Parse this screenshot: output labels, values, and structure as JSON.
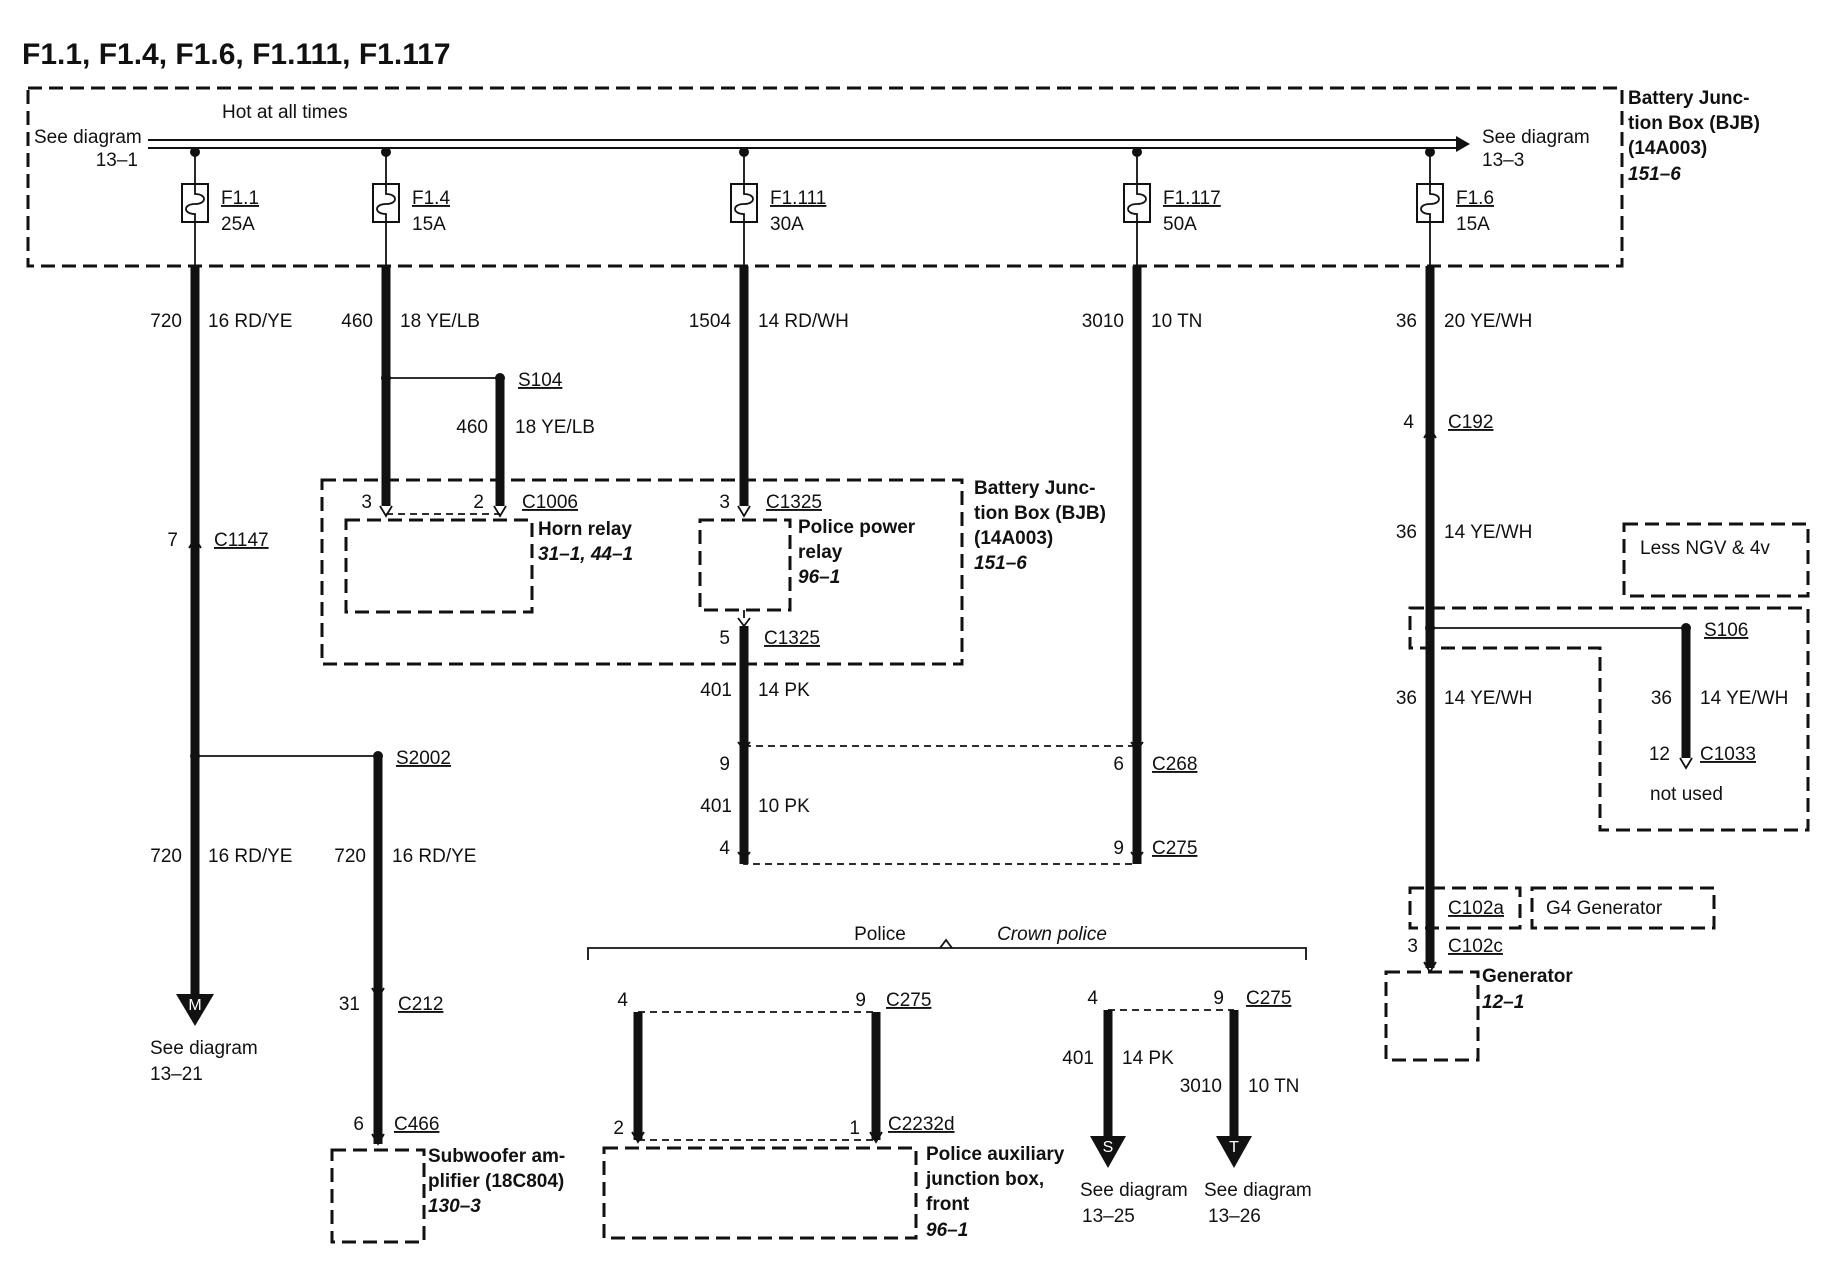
{
  "title": "F1.1, F1.4, F1.6, F1.111, F1.117",
  "bus": {
    "label": "Hot at all times",
    "left_ref": [
      "See diagram",
      "13–1"
    ],
    "right_ref": [
      "See diagram",
      "13–3"
    ]
  },
  "bjb_top": {
    "lines": [
      "Battery Junc-",
      "tion Box (BJB)",
      "(14A003)"
    ],
    "page": "151–6"
  },
  "fuses": [
    {
      "name": "F1.1",
      "rating": "25A"
    },
    {
      "name": "F1.4",
      "rating": "15A"
    },
    {
      "name": "F1.111",
      "rating": "30A"
    },
    {
      "name": "F1.117",
      "rating": "50A"
    },
    {
      "name": "F1.6",
      "rating": "15A"
    }
  ],
  "wires": {
    "w720a": {
      "circuit": "720",
      "color": "16 RD/YE"
    },
    "w460a": {
      "circuit": "460",
      "color": "18 YE/LB"
    },
    "w1504": {
      "circuit": "1504",
      "color": "14 RD/WH"
    },
    "w3010a": {
      "circuit": "3010",
      "color": "10 TN"
    },
    "w36a": {
      "circuit": "36",
      "color": "20 YE/WH"
    },
    "w460b": {
      "circuit": "460",
      "color": "18 YE/LB"
    },
    "w36b": {
      "circuit": "36",
      "color": "14 YE/WH"
    },
    "w36c": {
      "circuit": "36",
      "color": "14 YE/WH"
    },
    "w36d": {
      "circuit": "36",
      "color": "14 YE/WH"
    },
    "w401a": {
      "circuit": "401",
      "color": "14 PK"
    },
    "w401b": {
      "circuit": "401",
      "color": "10 PK"
    },
    "w720b": {
      "circuit": "720",
      "color": "16 RD/YE"
    },
    "w720c": {
      "circuit": "720",
      "color": "16 RD/YE"
    },
    "w401c": {
      "circuit": "401",
      "color": "14 PK"
    },
    "w3010b": {
      "circuit": "3010",
      "color": "10 TN"
    }
  },
  "splices": {
    "s104": "S104",
    "s2002": "S2002",
    "s106": "S106"
  },
  "connectors": {
    "c1147": {
      "pin": "7",
      "name": "C1147"
    },
    "c1006": {
      "pin_a": "3",
      "pin_b": "2",
      "name": "C1006"
    },
    "c1325a": {
      "pin": "3",
      "name": "C1325"
    },
    "c1325b": {
      "pin": "5",
      "name": "C1325"
    },
    "c192": {
      "pin": "4",
      "name": "C192"
    },
    "c268": {
      "pin_a": "9",
      "pin_b": "6",
      "name": "C268"
    },
    "c275a": {
      "pin_a": "4",
      "pin_b": "9",
      "name": "C275"
    },
    "c212": {
      "pin": "31",
      "name": "C212"
    },
    "c466": {
      "pin": "6",
      "name": "C466"
    },
    "c1033": {
      "pin": "12",
      "name": "C1033"
    },
    "c102a": {
      "name": "C102a"
    },
    "c102c": {
      "pin": "3",
      "name": "C102c"
    },
    "c275b": {
      "pin_a": "4",
      "pin_b": "9",
      "name": "C275"
    },
    "c2232d": {
      "pin_a": "2",
      "pin_b": "1",
      "name": "C2232d"
    },
    "c275c": {
      "pin_a": "4",
      "pin_b": "9",
      "name": "C275"
    }
  },
  "components": {
    "horn_relay": {
      "name": "Horn relay",
      "page": "31–1, 44–1"
    },
    "police_power_relay": {
      "lines": [
        "Police power",
        "relay"
      ],
      "page": "96–1"
    },
    "bjb_mid": {
      "lines": [
        "Battery Junc-",
        "tion Box (BJB)",
        "(14A003)"
      ],
      "page": "151–6"
    },
    "subwoofer": {
      "lines": [
        "Subwoofer am-",
        "plifier (18C804)"
      ],
      "page": "130–3"
    },
    "police_aux": {
      "lines": [
        "Police auxiliary",
        "junction box,",
        "front"
      ],
      "page": "96–1"
    },
    "generator": {
      "name": "Generator",
      "page": "12–1"
    }
  },
  "option_notes": {
    "less_ngv": "Less NGV & 4v",
    "not_used": "not used",
    "g4_generator": "G4 Generator",
    "police": "Police",
    "crown_police": "Crown police"
  },
  "refs": {
    "m": {
      "letter": "M",
      "lines": [
        "See diagram",
        "13–21"
      ]
    },
    "s": {
      "letter": "S",
      "lines": [
        "See diagram",
        "13–25"
      ]
    },
    "t": {
      "letter": "T",
      "lines": [
        "See diagram",
        "13–26"
      ]
    }
  }
}
